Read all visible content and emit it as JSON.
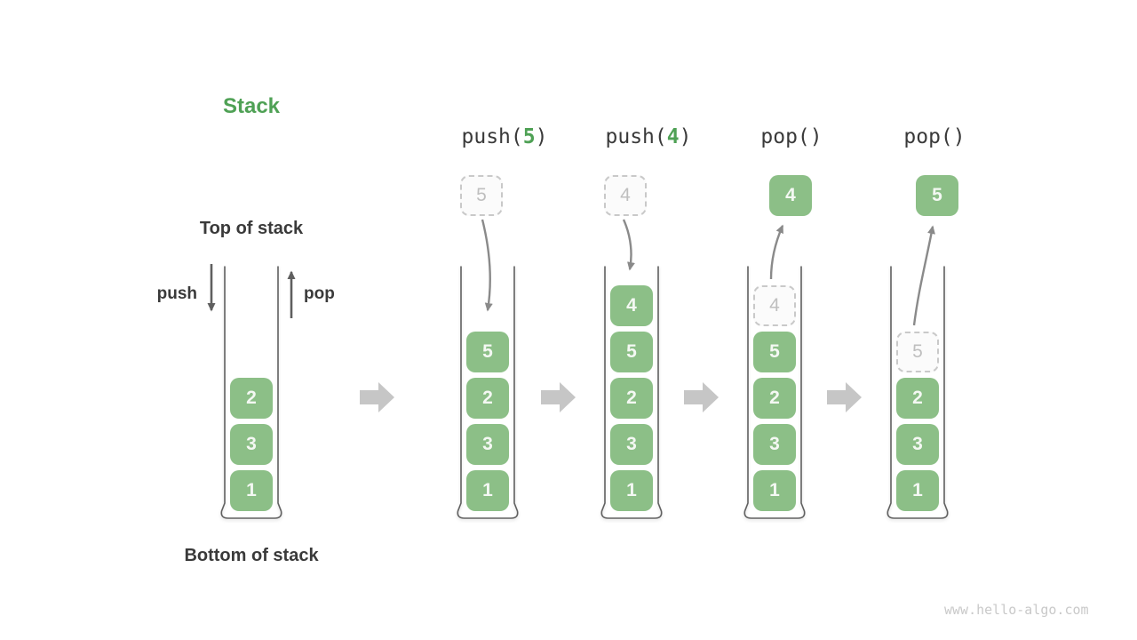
{
  "title": "Stack",
  "labels": {
    "top_of_stack": "Top of stack",
    "bottom_of_stack": "Bottom of stack",
    "push": "push",
    "pop": "pop"
  },
  "operations": [
    {
      "pre": "push(",
      "arg": "5",
      "post": ")"
    },
    {
      "pre": "push(",
      "arg": "4",
      "post": ")"
    },
    {
      "pre": "pop()",
      "arg": "",
      "post": ""
    },
    {
      "pre": "pop()",
      "arg": "",
      "post": ""
    }
  ],
  "stacks": [
    {
      "items": [
        "2",
        "3",
        "1"
      ]
    },
    {
      "staged": "5",
      "items": [
        "5",
        "2",
        "3",
        "1"
      ]
    },
    {
      "staged": "4",
      "items": [
        "4",
        "5",
        "2",
        "3",
        "1"
      ]
    },
    {
      "popped": "4",
      "ghost": "4",
      "items": [
        "5",
        "2",
        "3",
        "1"
      ]
    },
    {
      "popped": "5",
      "ghost": "5",
      "items": [
        "2",
        "3",
        "1"
      ]
    }
  ],
  "watermark": "www.hello-algo.com",
  "colors": {
    "item_green": "#8CBF87",
    "accent_green": "#4FA155",
    "text_dark": "#3a3a3a",
    "ghost_gray": "#bfbfbf",
    "step_arrow_gray": "#c6c6c6",
    "curve_arrow_gray": "#8a8a8a",
    "container_gray": "#606060"
  }
}
